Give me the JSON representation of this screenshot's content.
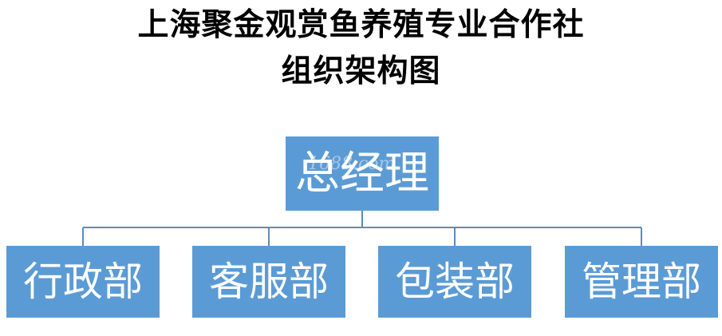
{
  "title": {
    "line1": "上海聚金观赏鱼养殖专业合作社",
    "line2": "组织架构图"
  },
  "root": {
    "label": "总经理"
  },
  "departments": [
    {
      "label": "行政部"
    },
    {
      "label": "客服部"
    },
    {
      "label": "包装部"
    },
    {
      "label": "管理部"
    }
  ],
  "watermark": "1688.com",
  "colors": {
    "box_fill": "#5b9bd5",
    "box_text": "#ffffff",
    "connector": "#5a8cbf",
    "title_text": "#000000"
  }
}
